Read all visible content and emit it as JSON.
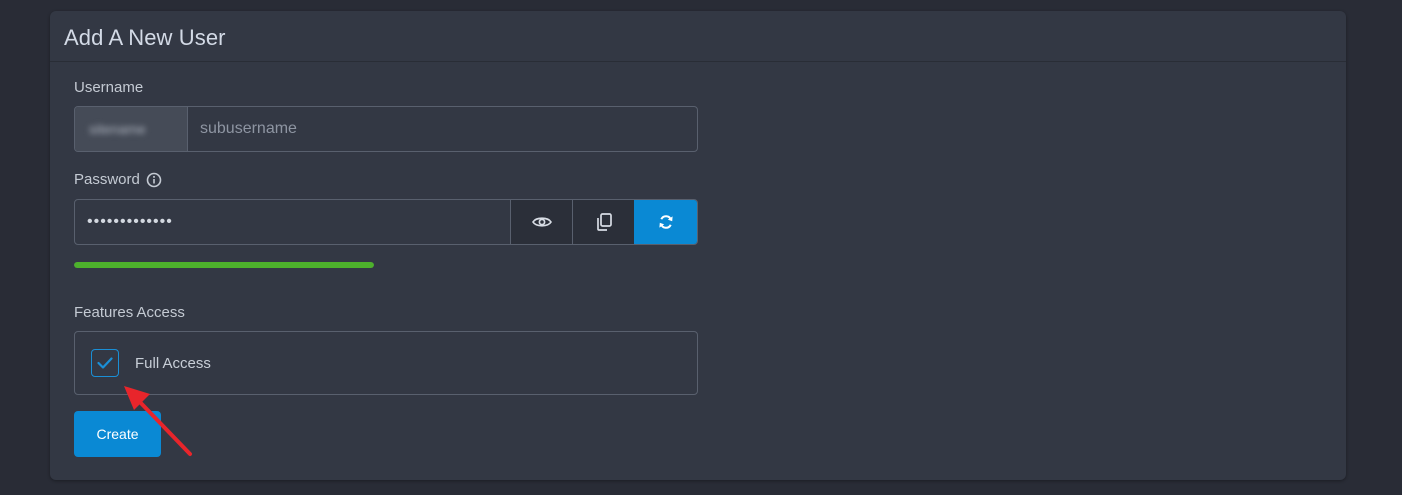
{
  "card": {
    "title": "Add A New User"
  },
  "username": {
    "label": "Username",
    "prefix": "sitename",
    "placeholder": "subusername",
    "value": ""
  },
  "password": {
    "label": "Password",
    "info_icon": "info-circle-icon",
    "value": "•••••••••••••",
    "buttons": [
      {
        "name": "show-password",
        "icon": "eye-icon"
      },
      {
        "name": "copy-password",
        "icon": "copy-icon"
      },
      {
        "name": "generate-password",
        "icon": "refresh-icon"
      }
    ],
    "strength_fraction": 1.0,
    "strength_color": "#4db12c"
  },
  "features": {
    "label": "Features Access",
    "full_access_label": "Full Access",
    "full_access_checked": true
  },
  "actions": {
    "create_label": "Create"
  },
  "colors": {
    "accent": "#0a89d4",
    "annotation": "#e8252b"
  }
}
